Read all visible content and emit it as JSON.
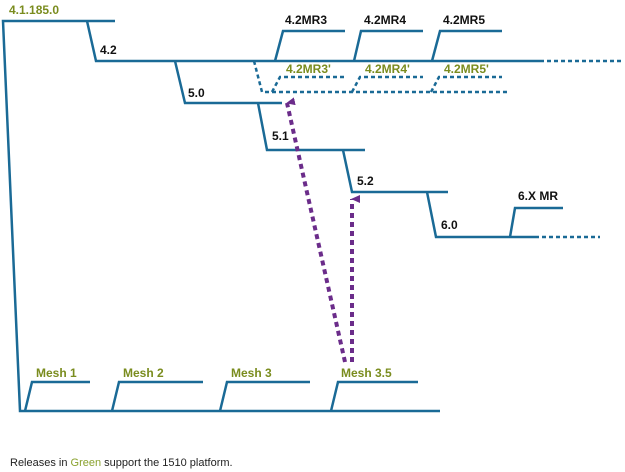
{
  "colors": {
    "branch": "#1a6a96",
    "green_release": "#7a8c1e",
    "standard_release": "#111111",
    "arrow": "#6b2c8a",
    "caption_highlight": "#8aa22e"
  },
  "releases": {
    "r_4_1_185_0": "4.1.185.0",
    "r_4_2": "4.2",
    "r_5_0": "5.0",
    "r_5_1": "5.1",
    "r_5_2": "5.2",
    "r_6_0": "6.0",
    "r_6x_mr": "6.X MR",
    "r_4_2mr3": "4.2MR3",
    "r_4_2mr4": "4.2MR4",
    "r_4_2mr5": "4.2MR5",
    "r_4_2mr3p": "4.2MR3'",
    "r_4_2mr4p": "4.2MR4'",
    "r_4_2mr5p": "4.2MR5'",
    "r_mesh1": "Mesh 1",
    "r_mesh2": "Mesh 2",
    "r_mesh3": "Mesh 3",
    "r_mesh35": "Mesh 3.5"
  },
  "caption": {
    "prefix": "Releases in ",
    "highlight": "Green",
    "suffix": " support the 1510 platform."
  }
}
